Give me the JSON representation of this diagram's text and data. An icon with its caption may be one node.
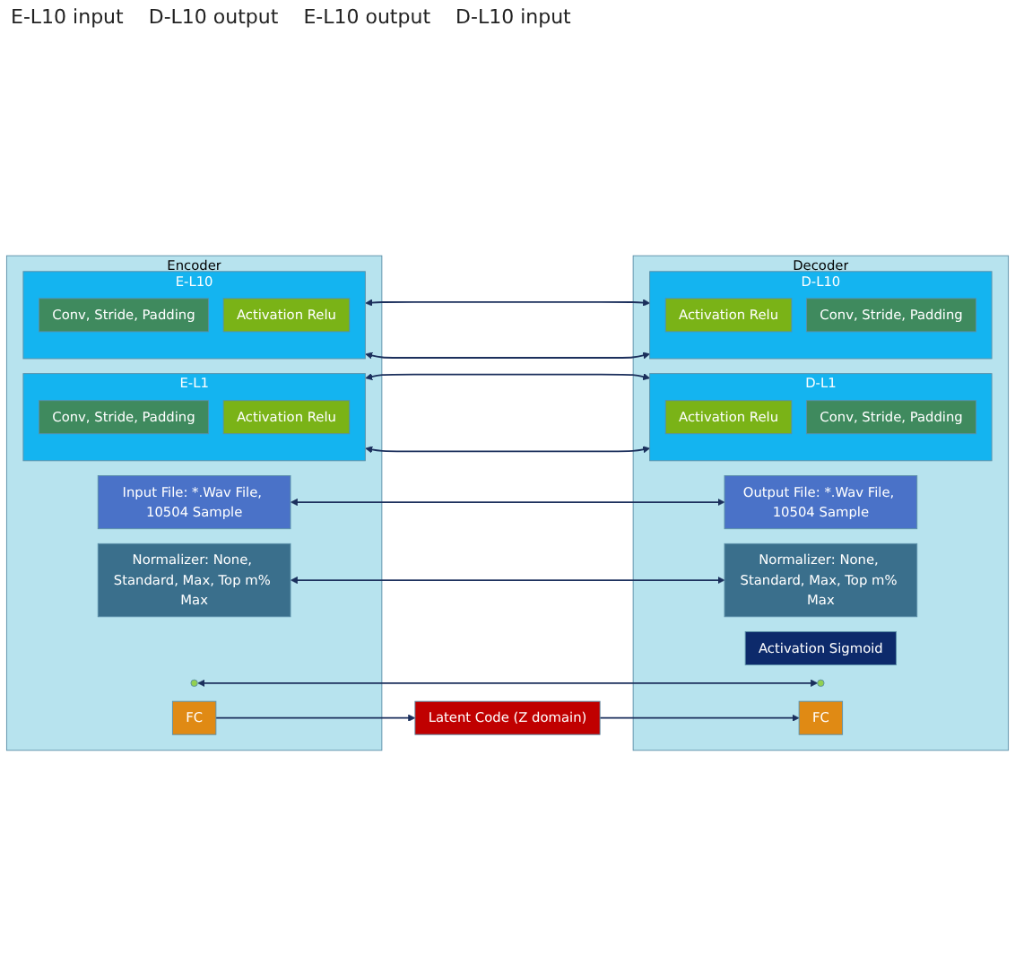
{
  "diagram": {
    "nodes": [
      {
        "text": [
          "Encoder"
        ]
      },
      {
        "text": [
          "Input File: *.Wav File, 10504 Sample"
        ],
        "in": 0
      },
      {
        "text": [
          "Normalizer: None, Standard, Max, Top m% Max"
        ],
        "in": 0
      },
      {
        "text": [
          "E-L1"
        ],
        "in": 0
      },
      {
        "text": [
          "Conv, Stride, Padding"
        ],
        "in": 3
      },
      {
        "text": [
          "Activation Relu"
        ],
        "in": 3
      },
      {
        "text": [],
        "shape": "ellipse",
        "in": 0
      },
      {
        "text": [
          "E-L10"
        ],
        "in": 0
      },
      {
        "text": [
          "Conv, Stride, Padding"
        ],
        "in": 7
      },
      {
        "text": [
          "Activation Relu"
        ],
        "in": 7
      },
      {
        "text": [
          "FC"
        ],
        "in": 0
      },
      {
        "text": [
          "Latent Code (Z domain)"
        ]
      },
      {
        "text": [
          "Decoder"
        ]
      },
      {
        "text": [
          "Output File: *.Wav File, 10504 Sample"
        ],
        "in": 12
      },
      {
        "text": [
          "Normalizer: None, Standard, Max, Top m% Max"
        ],
        "in": 12
      },
      {
        "text": [
          "Activation Sigmoid"
        ],
        "in": 12
      },
      {
        "text": [
          "D-L1"
        ],
        "in": 12
      },
      {
        "text": [
          "Activation Relu"
        ],
        "in": 16
      },
      {
        "text": [
          "Conv, Stride, Padding"
        ],
        "in": 16
      },
      {
        "text": [],
        "shape": "ellipse",
        "in": 12
      },
      {
        "text": [
          "D-L10"
        ],
        "in": 12
      },
      {
        "text": [
          "Activation Relu"
        ],
        "in": 20
      },
      {
        "text": [
          "Conv, Stride, Padding"
        ],
        "in": 20
      },
      {
        "text": [
          "FC"
        ],
        "in": 12
      }
    ],
    "edges": [
      {
        "from": 1,
        "to": 13,
        "arrow": "both"
      },
      {
        "from": 2,
        "to": 14,
        "arrow": "both"
      },
      {
        "from": 3,
        "to": 16,
        "arrow": "both"
      },
      {
        "from": 3,
        "to": 16,
        "arrow": "both"
      },
      {
        "from": 6,
        "to": 19,
        "arrow": "both"
      },
      {
        "from": 7,
        "to": 20,
        "arrow": "both"
      },
      {
        "from": 7,
        "to": 20,
        "arrow": "both"
      },
      {
        "from": 10,
        "to": 11,
        "arrow": "to"
      },
      {
        "from": 11,
        "to": 23,
        "arrow": "to"
      }
    ],
    "labels": [
      "E-L10 input",
      "D-L10 output",
      "E-L10 output",
      "D-L10 input"
    ]
  }
}
